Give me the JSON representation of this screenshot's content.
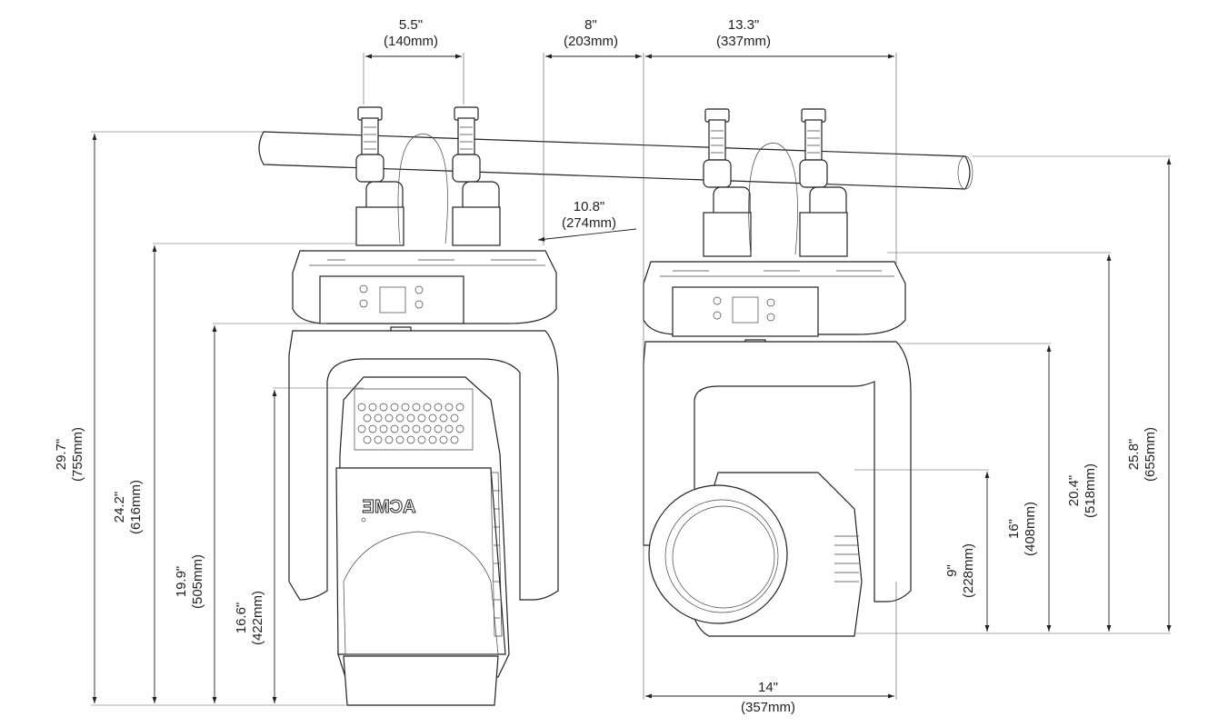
{
  "colors": {
    "line": "#222222",
    "background": "#ffffff"
  },
  "dimensions": {
    "clamp_spacing": {
      "in": "5.5\"",
      "mm": "(140mm)"
    },
    "head_offset": {
      "in": "8\"",
      "mm": "(203mm)"
    },
    "side_width": {
      "in": "13.3\"",
      "mm": "(337mm)"
    },
    "base_diagonal": {
      "in": "10.8\"",
      "mm": "(274mm)"
    },
    "overall_height": {
      "in": "29.7\"",
      "mm": "(755mm)"
    },
    "base_top_height": {
      "in": "24.2\"",
      "mm": "(616mm)"
    },
    "yoke_top_height": {
      "in": "19.9\"",
      "mm": "(505mm)"
    },
    "head_top_height": {
      "in": "16.6\"",
      "mm": "(422mm)"
    },
    "lens_center_height": {
      "in": "9\"",
      "mm": "(228mm)"
    },
    "side_yoke_height": {
      "in": "16\"",
      "mm": "(408mm)"
    },
    "side_base_height": {
      "in": "20.4\"",
      "mm": "(518mm)"
    },
    "side_overall_height": {
      "in": "25.8\"",
      "mm": "(655mm)"
    },
    "head_depth": {
      "in": "14\"",
      "mm": "(357mm)"
    }
  },
  "brand_logo": "ACME"
}
